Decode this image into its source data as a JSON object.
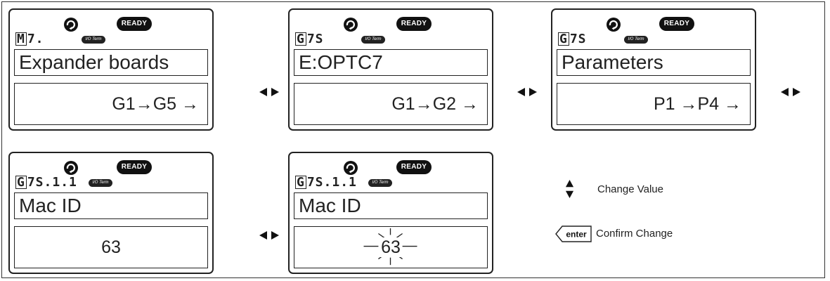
{
  "status": {
    "ready_label": "READY",
    "io_label": "I/O Term"
  },
  "panels": [
    {
      "code_box": "M",
      "code_rest": "7.",
      "line1": "Expander boards",
      "line2": "G1→G5 →"
    },
    {
      "code_box": "G",
      "code_rest": "7S",
      "line1": "E:OPTC7",
      "line2": "G1→G2 →"
    },
    {
      "code_box": "G",
      "code_rest": "7S",
      "line1": "Parameters",
      "line2": "P1 →P4 →"
    },
    {
      "code_box": "G",
      "code_rest": "7S.1.1",
      "line1": "Mac ID",
      "line2": "63"
    },
    {
      "code_box": "G",
      "code_rest": "7S.1.1",
      "line1": "Mac ID",
      "line2": "63"
    }
  ],
  "legend": {
    "change_value": "Change Value",
    "confirm_change": "Confirm Change",
    "enter_key": "enter"
  }
}
